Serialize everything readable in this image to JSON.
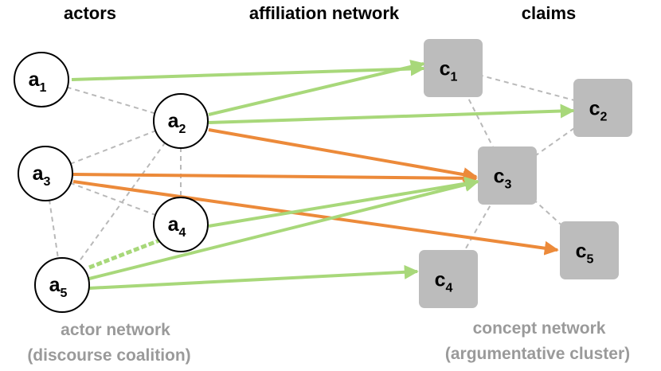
{
  "headings": {
    "actors": "actors",
    "affiliation": "affiliation network",
    "claims": "claims"
  },
  "captions": {
    "actor_network_line1": "actor network",
    "actor_network_line2": "(discourse coalition)",
    "concept_network_line1": "concept network",
    "concept_network_line2": "(argumentative cluster)"
  },
  "actors": [
    {
      "id": "a1",
      "letter": "a",
      "sub": "1"
    },
    {
      "id": "a2",
      "letter": "a",
      "sub": "2"
    },
    {
      "id": "a3",
      "letter": "a",
      "sub": "3"
    },
    {
      "id": "a4",
      "letter": "a",
      "sub": "4"
    },
    {
      "id": "a5",
      "letter": "a",
      "sub": "5"
    }
  ],
  "claims": [
    {
      "id": "c1",
      "letter": "c",
      "sub": "1"
    },
    {
      "id": "c2",
      "letter": "c",
      "sub": "2"
    },
    {
      "id": "c3",
      "letter": "c",
      "sub": "3"
    },
    {
      "id": "c4",
      "letter": "c",
      "sub": "4"
    },
    {
      "id": "c5",
      "letter": "c",
      "sub": "5"
    }
  ],
  "colors": {
    "agreement": "#a8d87a",
    "disagreement": "#ec8a3a",
    "network_link": "#b9b9b9",
    "claim_fill": "#bcbcbc",
    "caption": "#9a9a9a"
  },
  "affiliation_edges": [
    {
      "from": "a1",
      "to": "c1",
      "type": "agreement"
    },
    {
      "from": "a2",
      "to": "c1",
      "type": "agreement"
    },
    {
      "from": "a2",
      "to": "c2",
      "type": "agreement"
    },
    {
      "from": "a2",
      "to": "c3",
      "type": "disagreement"
    },
    {
      "from": "a3",
      "to": "c3",
      "type": "disagreement"
    },
    {
      "from": "a3",
      "to": "c5",
      "type": "disagreement"
    },
    {
      "from": "a4",
      "to": "c3",
      "type": "agreement"
    },
    {
      "from": "a5",
      "to": "c3",
      "type": "agreement"
    },
    {
      "from": "a5",
      "to": "c4",
      "type": "agreement"
    }
  ],
  "actor_links": [
    {
      "from": "a1",
      "to": "a2"
    },
    {
      "from": "a2",
      "to": "a3"
    },
    {
      "from": "a2",
      "to": "a4"
    },
    {
      "from": "a2",
      "to": "a5"
    },
    {
      "from": "a3",
      "to": "a4"
    },
    {
      "from": "a3",
      "to": "a5"
    },
    {
      "from": "a4",
      "to": "a5",
      "type": "agreement"
    }
  ],
  "claim_links": [
    {
      "from": "c1",
      "to": "c2"
    },
    {
      "from": "c1",
      "to": "c3"
    },
    {
      "from": "c2",
      "to": "c3"
    },
    {
      "from": "c3",
      "to": "c4"
    },
    {
      "from": "c3",
      "to": "c5"
    }
  ]
}
